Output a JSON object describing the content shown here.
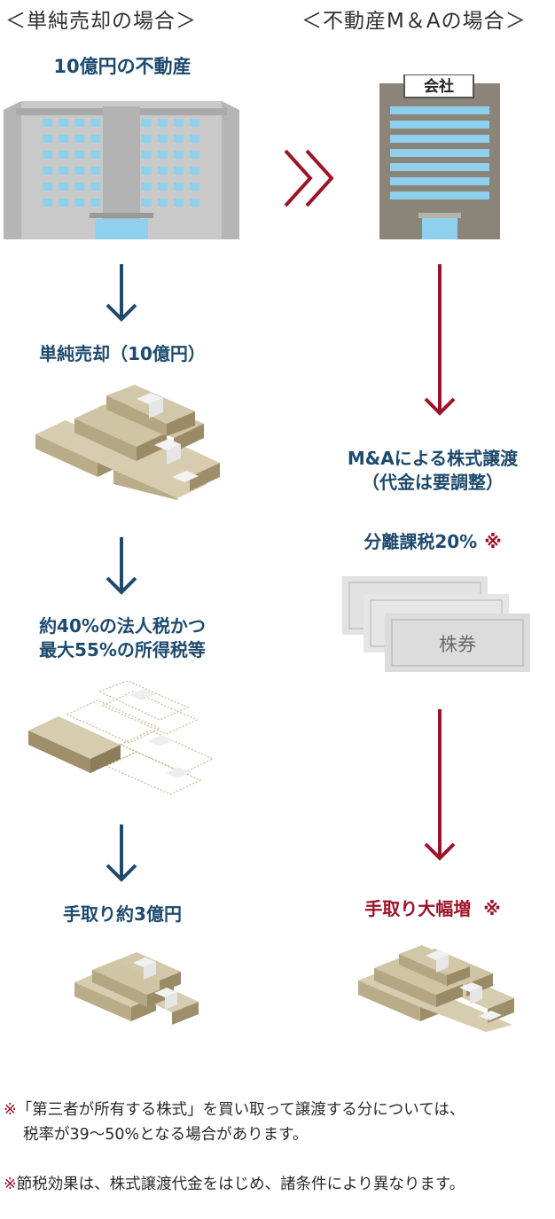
{
  "headings": {
    "left": "＜単純売却の場合＞",
    "right": "＜不動産M＆Aの場合＞"
  },
  "left": {
    "property_label": "10億円の不動産",
    "step1_label": "単純売却（10億円）",
    "step2_label_line1": "約40%の法人税かつ",
    "step2_label_line2": "最大55%の所得税等",
    "step3_label": "手取り約3億円"
  },
  "right": {
    "company_sign": "会社",
    "step1_label_line1": "M&Aによる株式譲渡",
    "step1_label_line2": "（代金は要調整）",
    "tax_label": "分離課税20%",
    "tax_mark": "※",
    "certificate_label": "株券",
    "result_label": "手取り大幅増",
    "result_mark": "※"
  },
  "notes": {
    "note1_mark": "※",
    "note1_line1": "「第三者が所有する株式」を買い取って譲渡する分については、",
    "note1_line2": "税率が39〜50%となる場合があります。",
    "note2_mark": "※",
    "note2_text": "節税効果は、株式譲渡代金をはじめ、諸条件により異なります。"
  },
  "colors": {
    "navy": "#1e4a6e",
    "red": "#9c1428",
    "bundle_face": "#cfc4a4",
    "bundle_side": "#9e8f6a",
    "window": "#8fd0ef"
  }
}
